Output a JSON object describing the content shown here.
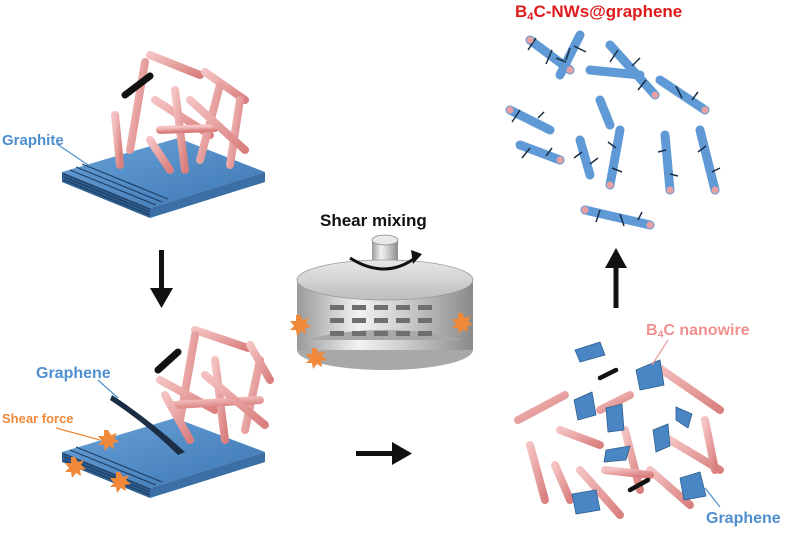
{
  "labels": {
    "graphite": "Graphite",
    "graphene_top": "Graphene",
    "shear_force": "Shear force",
    "shear_mixing": "Shear mixing",
    "title_pre": "B",
    "title_sub": "4",
    "title_post": "C-NWs@graphene",
    "nanowire_pre": "B",
    "nanowire_sub": "4",
    "nanowire_post": "C nanowire",
    "graphene_bottom": "Graphene"
  },
  "colors": {
    "graphene_blue": "#4a86c4",
    "nanowire_pink": "#e8a1a0",
    "arrow_black": "#111111",
    "title_red": "#e01a1a",
    "shear_orange": "#f08a3a"
  },
  "icons": {
    "arrows": [
      "arrow-down-icon",
      "arrow-right-icon",
      "arrow-up-icon"
    ],
    "rotation": "rotation-arrow-icon",
    "burst": "shear-burst-icon"
  }
}
